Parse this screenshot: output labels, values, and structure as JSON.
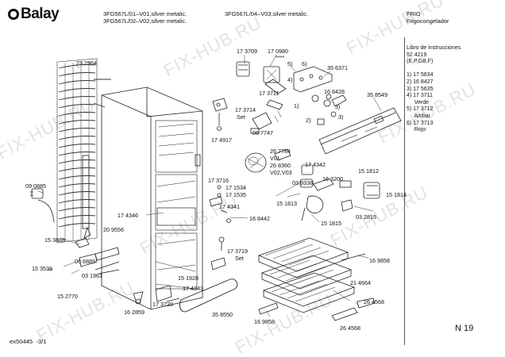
{
  "brand": "Balay",
  "header": {
    "models_left": [
      "3FG567L/01–V01,silver metalic.",
      "3FG567L/02–V02,silver metalic."
    ],
    "models_right": "3FG567L/04–V03,silver metalic.",
    "category": "FRIO",
    "subcategory": "Frigocongelador"
  },
  "sidebar_lines": [
    "Libro de instrucciones",
    "52 4219",
    "(E,P,GB,F)",
    "",
    "1)  17 5634",
    "2)  16 8427",
    "3)  17 5635",
    "4)  17 3711",
    "     Verde",
    "5)  17 3712",
    "     Ambar",
    "6)  17 3713",
    "     Rojo"
  ],
  "parts": {
    "p232964": "23 2964",
    "p173709": "17 3709",
    "p170980": "17 0980",
    "stars": "****",
    "p356371": "35 6371",
    "p173711": "17 3711",
    "p168428": "16 8428",
    "p358549": "35 8549",
    "p173714": "17 3714",
    "set1": "Set",
    "p067747": "06 7747",
    "p174917": "17 4917",
    "p267784": "26 7784",
    "v01": "V01",
    "p268360": "26 8360",
    "v0203": "V02,V03",
    "p174342": "17 4342",
    "p163200": "16 3200",
    "p151812": "15 1812",
    "p090885": "09 0885",
    "p173716": "17 3716",
    "p171534": "17 1534",
    "p171535": "17 1535",
    "p039338": "03 9338",
    "p151814": "15 1814",
    "p174346": "17 4346",
    "p174341": "17 4341",
    "p168442": "16 8442",
    "p151813": "15 1813",
    "p151815": "15 1815",
    "p032815": "03 2815",
    "p153888": "15 3888",
    "p209556": "20 9556",
    "p066889": "06 6889",
    "p173719": "17 3719",
    "set2": "Set",
    "p153539": "15 3539",
    "p031961": "03 1961",
    "p169858a": "16 9858",
    "p214664": "21 4664",
    "p151928": "15 1928",
    "p152770": "15 2770",
    "p174343": "17 4343",
    "p162859": "16 2859",
    "p173720": "17 3720",
    "p358550": "35 8550",
    "p264568a": "26 4568",
    "p169858b": "16 9858",
    "p264568b": "26 4568",
    "c1": "1)",
    "c2": "2)",
    "c3a": "3)",
    "c3b": "3)",
    "c4": "4)",
    "c5": "5)",
    "c6": "6)"
  },
  "page_number": "N 19",
  "footer_code": "ex50445  -3/1",
  "watermark": "FIX-HUB.RU"
}
